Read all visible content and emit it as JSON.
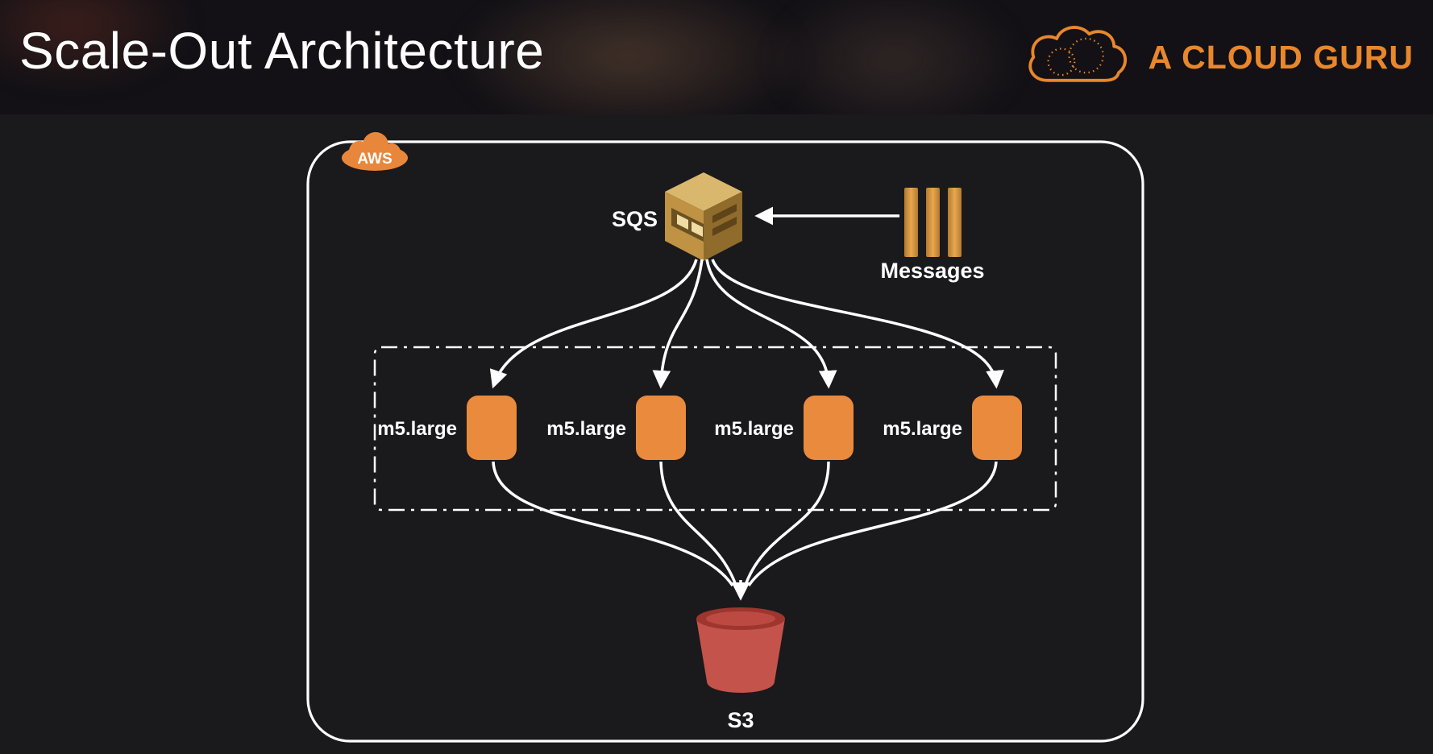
{
  "header": {
    "title": "Scale-Out Architecture",
    "brand": "A CLOUD GURU"
  },
  "diagram": {
    "boundary_label": "AWS",
    "queue": {
      "label": "SQS"
    },
    "messages": {
      "label": "Messages"
    },
    "instances": [
      {
        "label": "m5.large"
      },
      {
        "label": "m5.large"
      },
      {
        "label": "m5.large"
      },
      {
        "label": "m5.large"
      }
    ],
    "storage": {
      "label": "S3"
    },
    "colors": {
      "accent_orange": "#E8872B",
      "instance_fill": "#E98A3D",
      "sqs_gold": "#C09244",
      "bucket_red": "#C4534B",
      "connector": "#FFFFFF",
      "background": "#1A191C"
    }
  }
}
